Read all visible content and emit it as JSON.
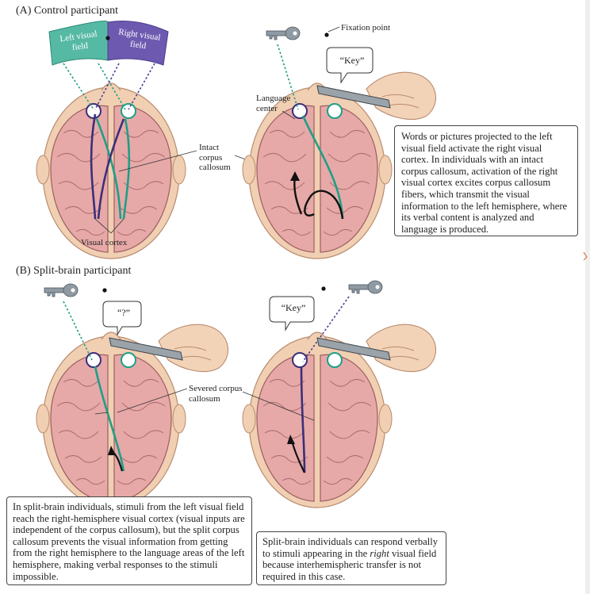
{
  "section_a": "(A) Control participant",
  "section_b": "(B) Split-brain participant",
  "left_field": "Left visual\nfield",
  "right_field": "Right visual\nfield",
  "fixation": "Fixation point",
  "language_center": "Language\ncenter",
  "intact_cc": "Intact\ncorpus\ncallosum",
  "visual_cortex": "Visual cortex",
  "severed_cc": "Severed corpus\ncallosum",
  "bubble_a": "“Key”",
  "bubble_b1": "“?”",
  "bubble_b2": "“Key”",
  "box_a": "Words or pictures projected to the left visual field activate the right visual cortex. In individuals with an intact corpus callosum, activation of the right visual cortex excites corpus callosum fibers, which transmit the visual information to the left hemisphere, where its verbal content is analyzed and language is produced.",
  "box_b1": "In split-brain individuals, stimuli from the left visual field reach the right-hemisphere visual cortex (visual inputs are independent of the corpus callosum), but the split corpus callosum prevents the visual information from getting from the right hemisphere to the language areas of the left hemisphere, making verbal responses to the stimuli impossible.",
  "box_b2": "Split-brain individuals can respond verbally to stimuli appearing in the right visual field because interhemispheric transfer is not required in this case.",
  "colors": {
    "teal": "#1f9e87",
    "purple": "#4b3a94",
    "brain": "#e9b2b0",
    "skin": "#f3d3b8",
    "fieldTeal": "#4fb8a3",
    "fieldPurple": "#6b58b0"
  }
}
